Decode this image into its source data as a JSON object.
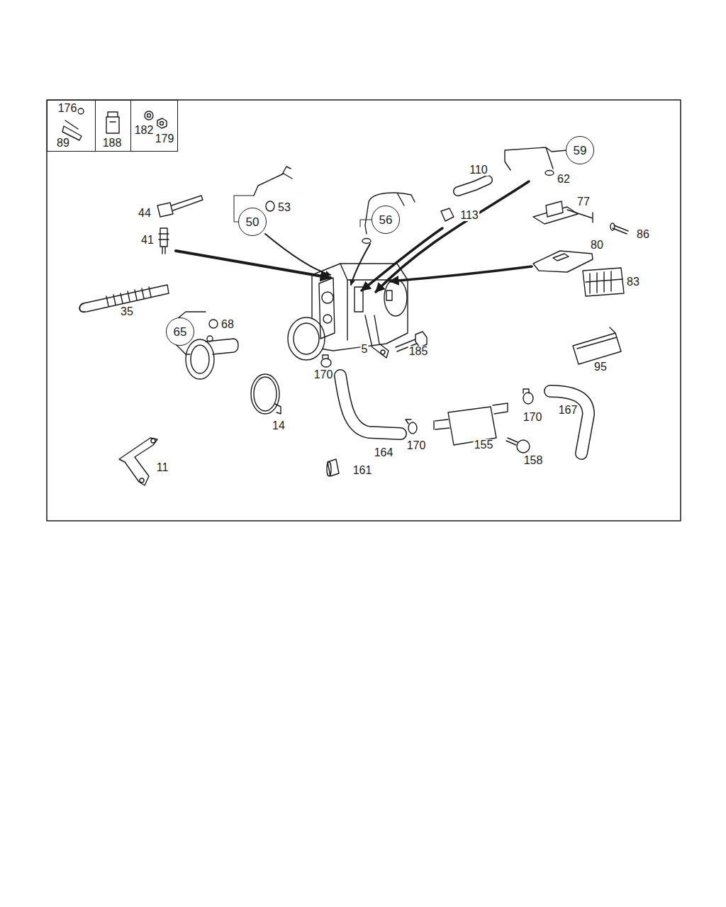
{
  "diagram": {
    "nodes": [
      {
        "text": [
          "176",
          "89"
        ]
      },
      {
        "text": [
          "188"
        ]
      },
      {
        "text": [
          "182",
          "179"
        ]
      },
      {
        "text": [
          "59"
        ]
      },
      {
        "text": [
          "56"
        ]
      },
      {
        "text": [
          "50"
        ]
      },
      {
        "text": [
          "65"
        ]
      }
    ],
    "labels": [
      "110",
      "62",
      "53",
      "113",
      "77",
      "44",
      "41",
      "86",
      "80",
      "83",
      "35",
      "68",
      "5",
      "185",
      "170",
      "95",
      "14",
      "170",
      "164",
      "155",
      "170",
      "167",
      "158",
      "11",
      "161"
    ]
  }
}
